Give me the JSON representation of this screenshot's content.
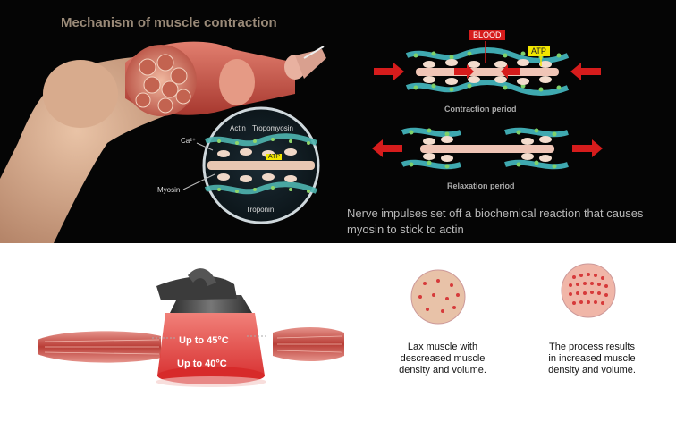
{
  "title": "Mechanism of muscle contraction",
  "labels": {
    "actin": "Actin",
    "tropomyosin": "Tropomyosin",
    "calcium": "Ca²⁺",
    "atp_small": "ATP",
    "myosin": "Myosin",
    "troponin": "Troponin",
    "blood": "BLOOD",
    "atp": "ATP",
    "contraction": "Contraction period",
    "relaxation": "Relaxation period"
  },
  "description": "Nerve impulses set off a biochemical reaction that causes myosin to stick to actin",
  "device": {
    "temp_high": "Up to 45°C",
    "temp_low": "Up to 40°C"
  },
  "before": {
    "caption": "Lax muscle with descreased muscle density and volume."
  },
  "after": {
    "caption": "The process results in increased muscle density and volume."
  },
  "colors": {
    "arrow": "#d61c1c",
    "atp": "#f2e600",
    "muscle": "#c9564f"
  }
}
